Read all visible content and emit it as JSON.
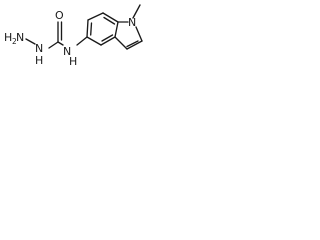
{
  "molecule": {
    "atoms": {
      "n_indole": "N",
      "n_urea": "N",
      "h_urea": "H",
      "o_carbonyl": "O",
      "n_hydrazine": "N",
      "h_hydrazine": "H",
      "h2_hydrazine": "H",
      "nh2_subscript": "2"
    },
    "colors": {
      "ink": "#1a1a1a",
      "background": "#ffffff"
    }
  }
}
